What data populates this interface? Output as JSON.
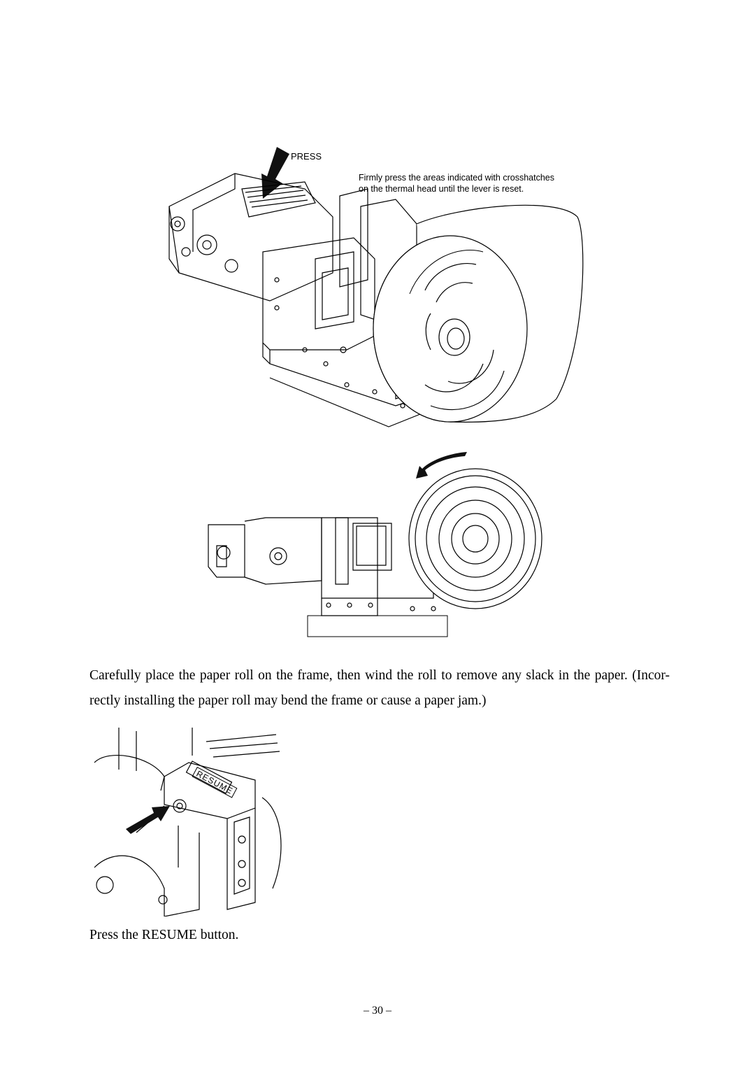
{
  "figure1": {
    "press_label": "PRESS",
    "note_line1": "Firmly press the areas indicated with crosshatches",
    "note_line2": "on the thermal head until the lever is reset."
  },
  "figure3": {
    "button_label": "RESUME"
  },
  "body": {
    "paragraph": "Carefully place the paper roll on the frame, then wind the roll to remove any slack in the paper. (Incor-rectly installing the paper roll may bend the frame or cause a paper jam.)",
    "caption": "Press the RESUME button."
  },
  "footer": {
    "page_number": "– 30 –"
  }
}
